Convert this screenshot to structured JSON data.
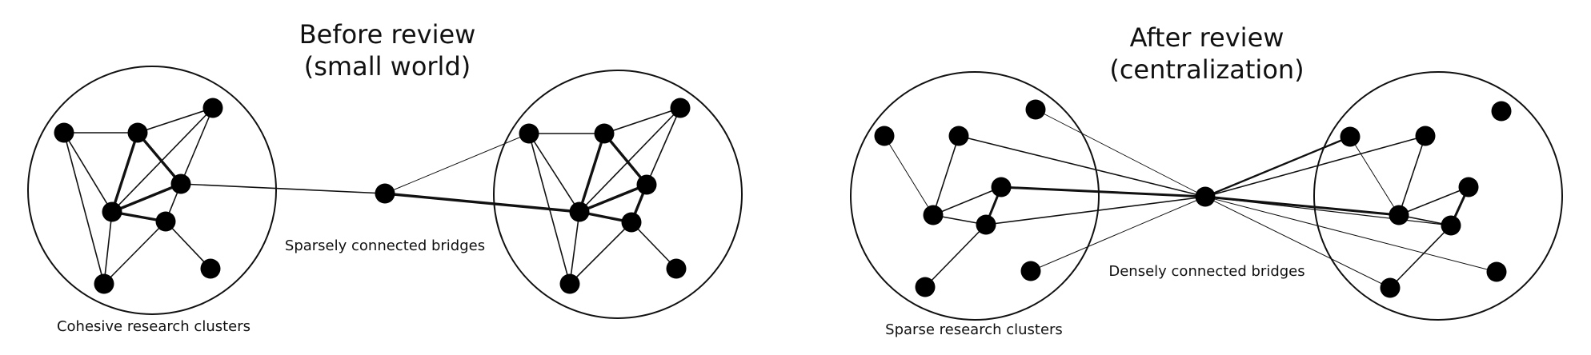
{
  "left_panel": {
    "title_line1": "Before review",
    "title_line2": "(small world)",
    "cluster_label": "Cohesive research clusters",
    "bridge_label": "Sparsely connected bridges"
  },
  "right_panel": {
    "title_line1": "After review",
    "title_line2": "(centralization)",
    "cluster_label": "Sparse research clusters",
    "bridge_label": "Densely connected bridges"
  },
  "colors": {
    "node": "#000000",
    "edge": "#111111",
    "background": "#ffffff"
  }
}
